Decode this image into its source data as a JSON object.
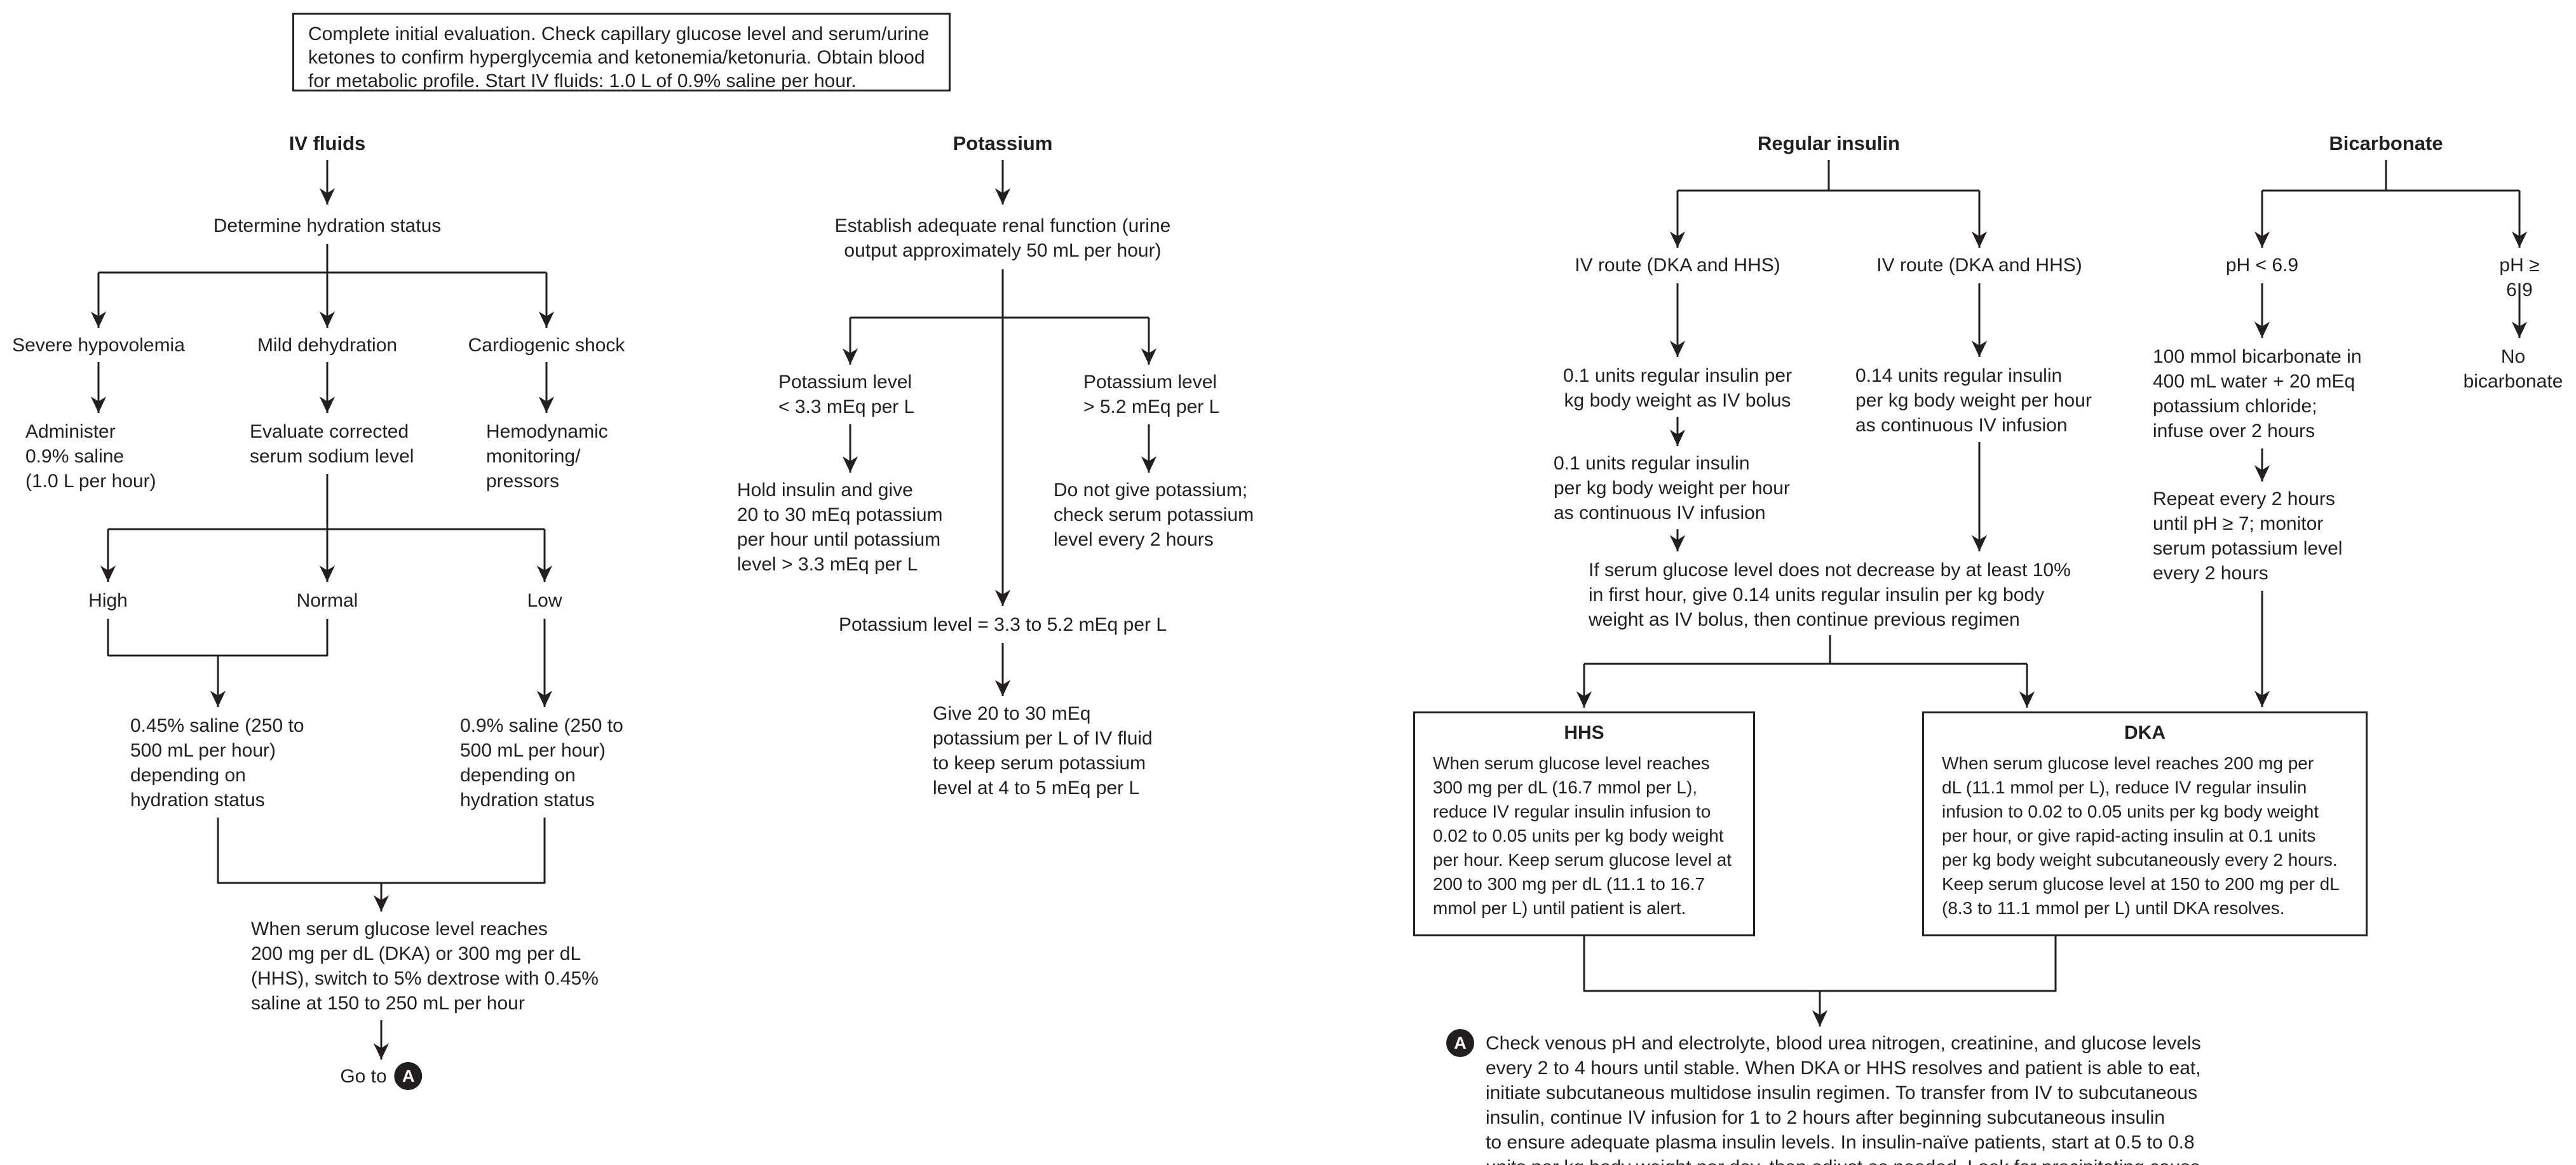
{
  "colors": {
    "ink": "#231f20",
    "background": "#ffffff"
  },
  "title_box": {
    "lines": [
      "Complete initial evaluation. Check capillary glucose level and serum/urine",
      "ketones to confirm hyperglycemia and ketonemia/ketonuria. Obtain blood",
      "for metabolic profile. Start IV fluids: 1.0 L of 0.9% saline per hour."
    ]
  },
  "iv": {
    "header": "IV fluids",
    "determine": "Determine hydration status",
    "severe": "Severe hypovolemia",
    "mild": "Mild dehydration",
    "cardio": "Cardiogenic shock",
    "administer": [
      "Administer",
      "0.9% saline",
      "(1.0 L per hour)"
    ],
    "evaluate": [
      "Evaluate corrected",
      "serum sodium level"
    ],
    "hemodynamic": [
      "Hemodynamic",
      "monitoring/",
      "pressors"
    ],
    "high": "High",
    "normal": "Normal",
    "low": "Low",
    "saline045": [
      "0.45% saline (250 to",
      "500 mL per hour)",
      "depending on",
      "hydration status"
    ],
    "saline09": [
      "0.9% saline (250 to",
      "500 mL per hour)",
      "depending on",
      "hydration status"
    ],
    "when_glucose": [
      "When serum glucose level reaches",
      "200 mg per dL (DKA) or 300 mg per dL",
      "(HHS), switch to 5% dextrose with 0.45%",
      "saline at 150 to 250 mL per hour"
    ],
    "goto_prefix": "Go to",
    "goto_badge": "A"
  },
  "potassium": {
    "header": "Potassium",
    "establish": [
      "Establish adequate renal function (urine",
      "output approximately 50 mL per hour)"
    ],
    "low_label": [
      "Potassium level",
      "< 3.3 mEq per L"
    ],
    "high_label": [
      "Potassium level",
      "> 5.2 mEq per L"
    ],
    "hold": [
      "Hold insulin and give",
      "20 to 30 mEq potassium",
      "per hour until potassium",
      "level > 3.3 mEq per L"
    ],
    "do_not": [
      "Do not give potassium;",
      "check serum potassium",
      "level every 2 hours"
    ],
    "mid": "Potassium level = 3.3 to 5.2 mEq per L",
    "give": [
      "Give 20 to 30 mEq",
      "potassium per L of IV fluid",
      "to keep serum potassium",
      "level at 4 to 5 mEq per L"
    ]
  },
  "insulin": {
    "header": "Regular insulin",
    "route_left": "IV route (DKA and HHS)",
    "route_right": "IV route (DKA and HHS)",
    "bolus": [
      "0.1 units regular insulin per",
      "kg body weight as IV bolus"
    ],
    "infusion014": [
      "0.14 units regular insulin",
      "per kg body weight per hour",
      "as continuous IV infusion"
    ],
    "infusion01": [
      "0.1 units regular insulin",
      "per kg body weight per hour",
      "as continuous IV infusion"
    ],
    "if_serum": [
      "If serum glucose level does not decrease by at least 10%",
      "in first hour, give 0.14 units regular insulin per kg body",
      "weight as IV bolus, then continue previous regimen"
    ],
    "hhs": {
      "title": "HHS",
      "lines": [
        "When serum glucose level reaches",
        "300 mg per dL (16.7 mmol per L),",
        "reduce IV regular insulin infusion to",
        "0.02 to 0.05 units per kg body weight",
        "per hour. Keep serum glucose level at",
        "200 to 300 mg per dL (11.1 to 16.7",
        "mmol per L) until patient is alert."
      ]
    },
    "dka": {
      "title": "DKA",
      "lines": [
        "When serum glucose level reaches 200 mg per",
        "dL (11.1 mmol per L), reduce IV regular insulin",
        "infusion to 0.02 to 0.05 units per kg body weight",
        "per hour, or give rapid-acting insulin at 0.1 units",
        "per kg body weight subcutaneously every 2 hours.",
        "Keep serum glucose level at 150 to 200 mg per dL",
        "(8.3 to 11.1 mmol per L) until DKA resolves."
      ]
    }
  },
  "bicarbonate": {
    "header": "Bicarbonate",
    "ph_low": "pH < 6.9",
    "ph_high": "pH ≥ 6.9",
    "none": "No bicarbonate",
    "mix": [
      "100 mmol bicarbonate in",
      "400 mL water + 20 mEq",
      "potassium chloride;",
      "infuse over 2 hours"
    ],
    "repeat": [
      "Repeat every 2 hours",
      "until pH ≥ 7; monitor",
      "serum potassium level",
      "every 2 hours"
    ]
  },
  "footnote": {
    "badge": "A",
    "lines": [
      "Check venous pH and electrolyte, blood urea nitrogen, creatinine, and glucose levels",
      "every 2 to 4 hours until stable. When DKA or HHS resolves and patient is able to eat,",
      "initiate subcutaneous multidose insulin regimen. To transfer from IV to subcutaneous",
      "insulin, continue IV infusion for 1 to 2 hours after beginning subcutaneous insulin",
      "to ensure adequate plasma insulin levels. In insulin-naïve patients, start at 0.5 to 0.8",
      "units per kg body weight per day, then adjust as needed. Look for precipitating cause"
    ]
  }
}
